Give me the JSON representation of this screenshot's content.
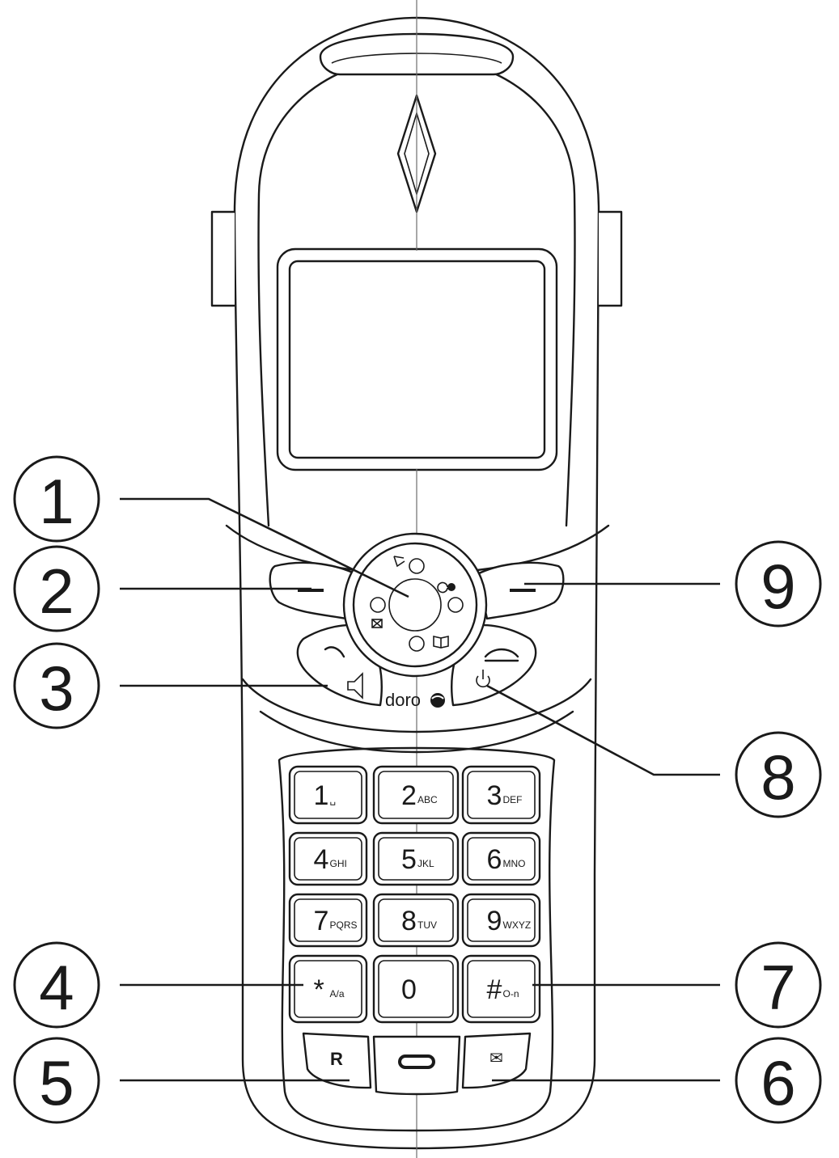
{
  "brand": "doro",
  "keypad": [
    {
      "digit": "1",
      "letters": "␣"
    },
    {
      "digit": "2",
      "letters": "ABC"
    },
    {
      "digit": "3",
      "letters": "DEF"
    },
    {
      "digit": "4",
      "letters": "GHI"
    },
    {
      "digit": "5",
      "letters": "JKL"
    },
    {
      "digit": "6",
      "letters": "MNO"
    },
    {
      "digit": "7",
      "letters": "PQRS"
    },
    {
      "digit": "8",
      "letters": "TUV"
    },
    {
      "digit": "9",
      "letters": "WXYZ"
    },
    {
      "digit": "*",
      "letters": "A/a"
    },
    {
      "digit": "0",
      "letters": ""
    },
    {
      "digit": "#",
      "letters": "O-n"
    }
  ],
  "bottom_keys": {
    "left": "R",
    "middle": "",
    "right": "✉"
  },
  "callouts": [
    "1",
    "2",
    "3",
    "4",
    "5",
    "6",
    "7",
    "8",
    "9"
  ]
}
